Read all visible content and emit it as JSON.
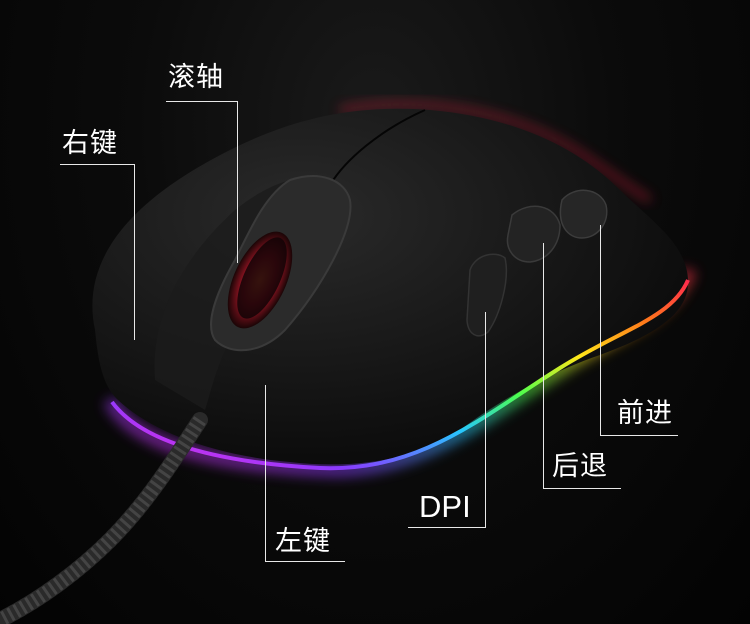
{
  "labels": {
    "scroll_wheel": "滚轴",
    "right_button": "右键",
    "left_button": "左键",
    "dpi_button": "DPI",
    "back_button": "后退",
    "forward_button": "前进"
  },
  "colors": {
    "background": "#050505",
    "mouse_body": "#141414",
    "label_text": "#ffffff",
    "rgb_strip": [
      "#ff2a4d",
      "#ff7a1a",
      "#ffe81a",
      "#4dff4d",
      "#27c7ff",
      "#8a3bff",
      "#ff2ae0"
    ]
  }
}
